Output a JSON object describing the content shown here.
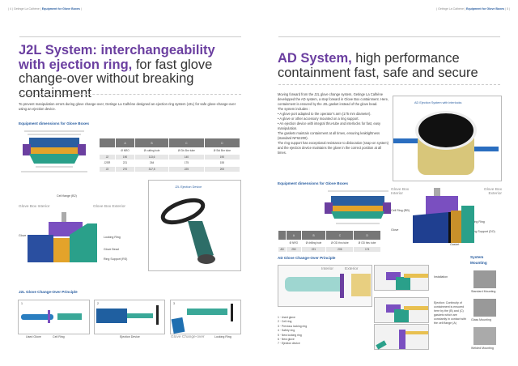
{
  "left": {
    "header": {
      "page": "4",
      "company": "Getinge La Calhène",
      "section": "Equipment for Glove Boxes"
    },
    "title": {
      "accent": "J2L System: interchangeability with ejection ring,",
      "rest": " for fast glove change-over without breaking containment"
    },
    "intro": "To prevent manipulation errors during glove change-over, Getinge La Calhène designed an ejection ring system (J2L) for safe glove-change-over using an ejection device.",
    "dimensions_heading": "Equipment dimensions for Glove Boxes",
    "table": {
      "headers": [
        "",
        "A",
        "B",
        "C",
        "D"
      ],
      "subheaders": [
        "",
        "Ø NRO",
        "Ø cutting hole",
        "Ø Glv Bnr tube",
        "Ø Std Bnr tube"
      ],
      "rows": [
        [
          "J2",
          "190",
          "113,6",
          "140",
          "190"
        ],
        [
          "J2SR",
          "221",
          "264",
          "175",
          "155"
        ],
        [
          "J3",
          "270",
          "317,5",
          "225",
          "200"
        ]
      ]
    },
    "diagram_labels": {
      "cell_flange": "Cell flange (B2)",
      "interior": "Glove Box Interior",
      "exterior": "Glove Box Exterior",
      "glove": "Glove",
      "locking_ring": "Locking Ring",
      "glove_bead": "Glove Bead",
      "ring_support": "Ring Support (RS)"
    },
    "ejection_device_caption": "J2L Ejection Device",
    "principle_heading": "J2L Glove Change-Over Principle",
    "steps": [
      {
        "num": "1",
        "labels": [
          "Used Glove",
          "Cell Ring"
        ]
      },
      {
        "num": "2",
        "labels": [
          "Ejection Device"
        ]
      },
      {
        "num": "3",
        "labels": [
          "Glove Change-over",
          "Locking Ring"
        ]
      }
    ]
  },
  "right": {
    "header": {
      "page": "5",
      "company": "Getinge La Calhène",
      "section": "Equipment for Glove Boxes"
    },
    "title": {
      "accent": "AD System,",
      "rest": " high performance containment fast, safe and secure"
    },
    "body": [
      "Moving forward from the J2L glove change system, Getinge La Calhène developped the AD system, a step forward in Glove Box containment. Here, containment is ensured by the J2L gasket instead of the glove bead.",
      "The system includes :",
      "• A glove port adapted to the operator's arm (175 mm diameter).",
      "• A glove or other accessory mounted on a ring support.",
      "• An ejection device with integral thru-tube and interlocks for fast, easy manipulation.",
      "The gaskets maintain containment at all times, ensuring leaktightness (standard NF62200).",
      "The ring support has exceptional resistance to dislocation (snap-on system) and the ejection device maintains the glove in the correct position at all times."
    ],
    "photo_caption": "AD Ejection System with interlocks",
    "dimensions_heading": "Equipment dimensions for Glove Boxes",
    "table": {
      "headers": [
        "",
        "A",
        "B",
        "C",
        "D"
      ],
      "subheaders": [
        "",
        "Ø NRO",
        "Ø drilling hole",
        "Ø OD thru tube",
        "Ø OD thru tube"
      ],
      "rows": [
        [
          "AD",
          "250",
          "221",
          "206",
          "174"
        ]
      ]
    },
    "diagram_labels": {
      "interior": "Glove Box Interior",
      "exterior": "Glove Box Exterior",
      "cell_ring": "Cell Ring (RB)",
      "glove": "Glove",
      "locking_ring": "Locking Ring",
      "ring_support": "Ring Support (DO)",
      "gasket": "Gasket"
    },
    "principle_heading": "AD Glove Change-Over Principle",
    "principle_labels": {
      "interior": "Interior",
      "exterior": "Exterior",
      "numbers": [
        "1",
        "2",
        "3",
        "4",
        "5",
        "6",
        "7"
      ]
    },
    "legend": [
      "1 · Used glove",
      "2 · Cell ring",
      "3 · Previous locking ring",
      "4 · Safety ring",
      "5 · New locking ring",
      "6 · New glove",
      "7 · Ejection device"
    ],
    "installation_label": "Installation",
    "ejection_text": "Ejection: Continuity of containment is ensured here by the (B) and (C) gaskets which are constantly in contact with the cell flange (A)",
    "system_mounting": {
      "heading": "System Mounting",
      "items": [
        "Standard Mounting",
        "Glass Mounting",
        "Welded Mounting"
      ]
    }
  }
}
